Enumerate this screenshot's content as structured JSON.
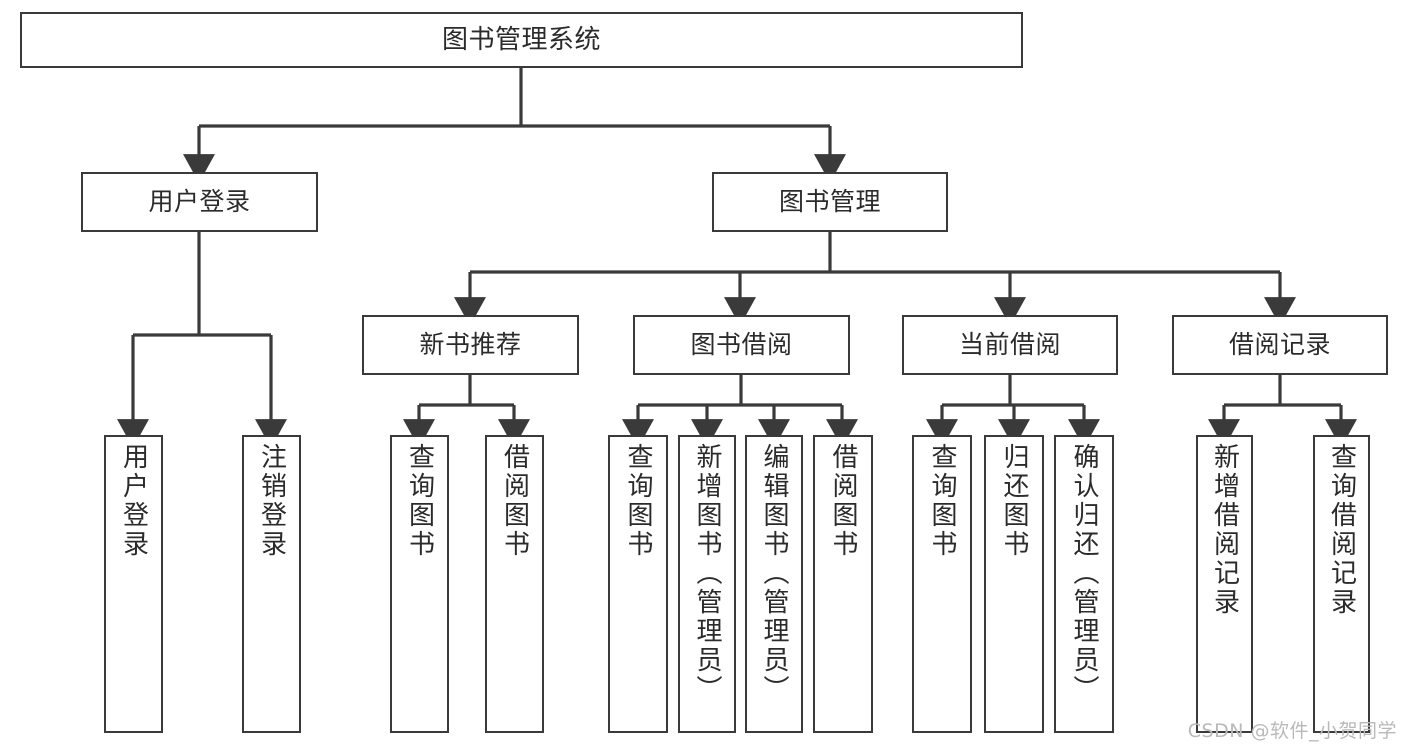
{
  "diagram": {
    "title": "图书管理系统",
    "type": "hierarchy-tree",
    "stroke_color": "#3a3a3a",
    "fill_color": "#ffffff",
    "text_color": "#2b2b2b",
    "root": {
      "label": "图书管理系统"
    },
    "level2": [
      {
        "label": "用户登录"
      },
      {
        "label": "图书管理"
      }
    ],
    "level3": [
      {
        "label": "新书推荐"
      },
      {
        "label": "图书借阅"
      },
      {
        "label": "当前借阅"
      },
      {
        "label": "借阅记录"
      }
    ],
    "leaves": {
      "user_login": [
        {
          "label": "用户登录"
        },
        {
          "label": "注销登录"
        }
      ],
      "new_book_recommend": [
        {
          "label": "查询图书"
        },
        {
          "label": "借阅图书"
        }
      ],
      "book_borrow": [
        {
          "label": "查询图书"
        },
        {
          "label": "新增图书（管理员）"
        },
        {
          "label": "编辑图书（管理员）"
        },
        {
          "label": "借阅图书"
        }
      ],
      "current_borrow": [
        {
          "label": "查询图书"
        },
        {
          "label": "归还图书"
        },
        {
          "label": "确认归还（管理员）"
        }
      ],
      "borrow_record": [
        {
          "label": "新增借阅记录"
        },
        {
          "label": "查询借阅记录"
        }
      ]
    }
  },
  "watermark": {
    "text": "CSDN @软件_小贺同学"
  }
}
